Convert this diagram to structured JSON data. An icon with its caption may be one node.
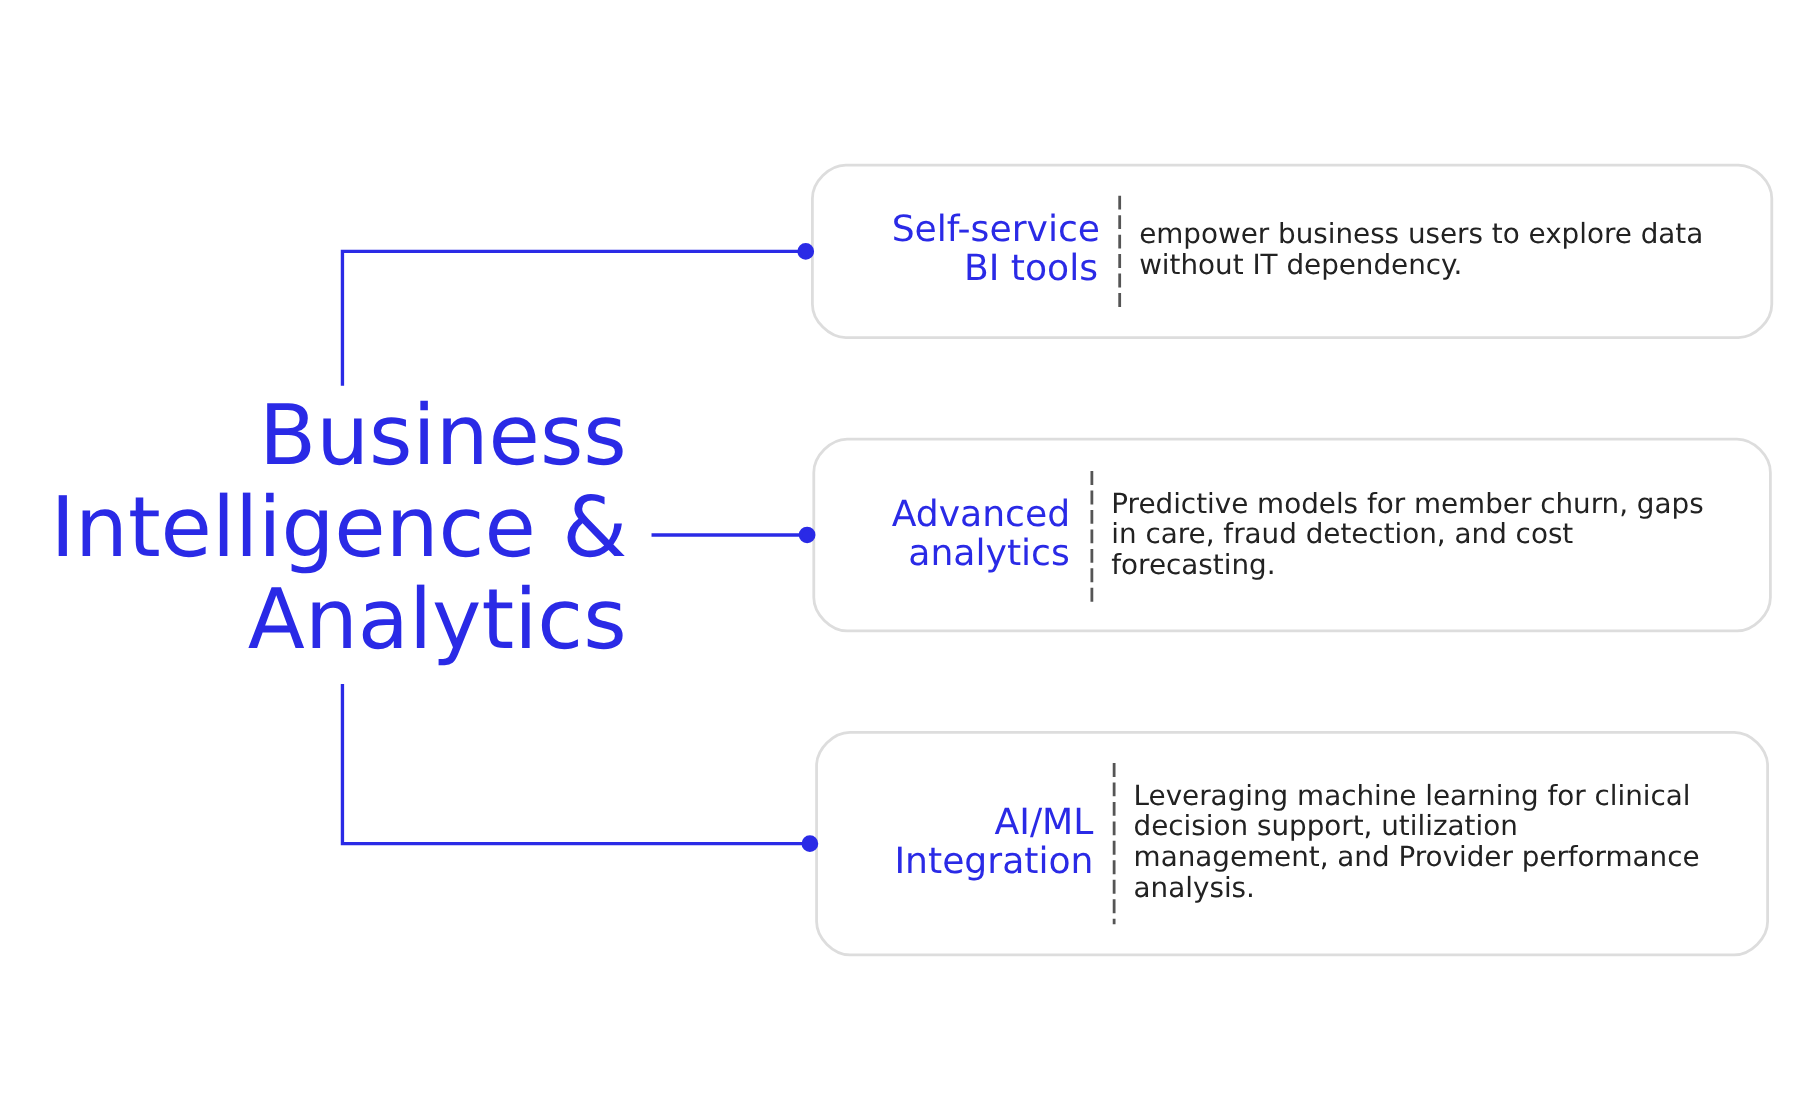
{
  "diagram": {
    "nodes": [
      {
        "text": [
          "Business Intelligence & Analytics"
        ]
      },
      {
        "text": [
          "Self-service BI tools",
          "empower business users to explore data without IT dependency."
        ]
      },
      {
        "text": [
          "Advanced analytics",
          "Predictive models for member churn, gaps in care, fraud detection, and cost forecasting."
        ]
      },
      {
        "text": [
          "AI/ML Integration",
          "Leveraging machine learning for clinical decision support, utilization management, and Provider performance analysis."
        ]
      }
    ],
    "edges": [
      {
        "from": 0,
        "to": 1,
        "arrow": "other"
      },
      {
        "from": 0,
        "to": 2,
        "arrow": "other"
      },
      {
        "from": 0,
        "to": 3,
        "arrow": "other"
      }
    ]
  }
}
